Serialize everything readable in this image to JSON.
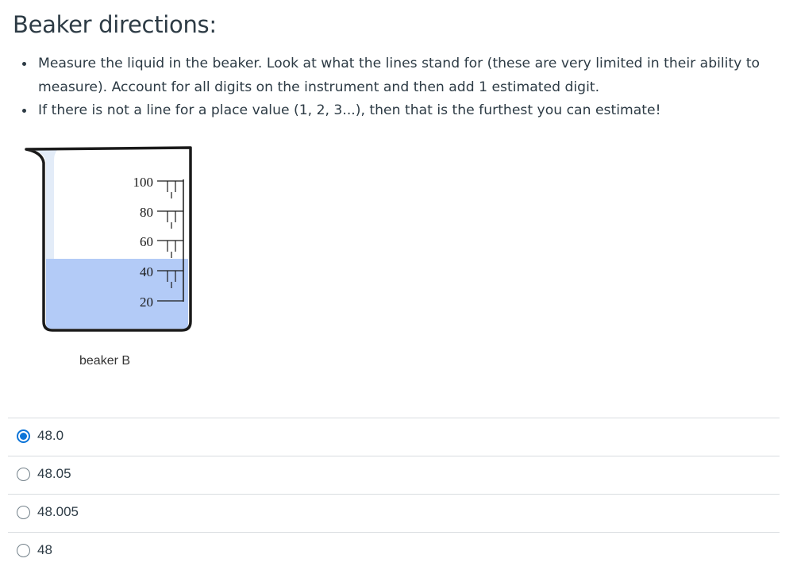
{
  "heading": "Beaker directions:",
  "directions": [
    "Measure the liquid in the beaker. Look at what the lines stand for (these are very limited in their ability to measure). Account for all digits on the instrument and then add 1 estimated digit.",
    "If there is not a line for a place value (1, 2, 3...), then that is the furthest you can estimate!"
  ],
  "beaker": {
    "caption": "beaker B",
    "scale_labels": [
      "100",
      "80",
      "60",
      "40",
      "20"
    ],
    "liquid_level": 48,
    "liquid_color": "#b3cbf7"
  },
  "answers": [
    {
      "label": "48.0",
      "selected": true
    },
    {
      "label": "48.05",
      "selected": false
    },
    {
      "label": "48.005",
      "selected": false
    },
    {
      "label": "48",
      "selected": false
    }
  ]
}
